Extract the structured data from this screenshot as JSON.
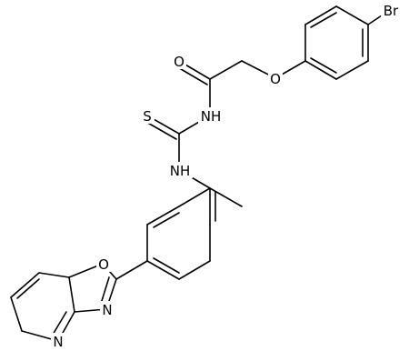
{
  "structure": {
    "labels": {
      "br": "Br",
      "o_ether": "O",
      "o_carbonyl": "O",
      "nh_amide": "NH",
      "s_thione": "S",
      "nh_aryl": "NH",
      "o_oxazole": "O",
      "n_oxazole": "N",
      "n_pyridine": "N"
    }
  }
}
